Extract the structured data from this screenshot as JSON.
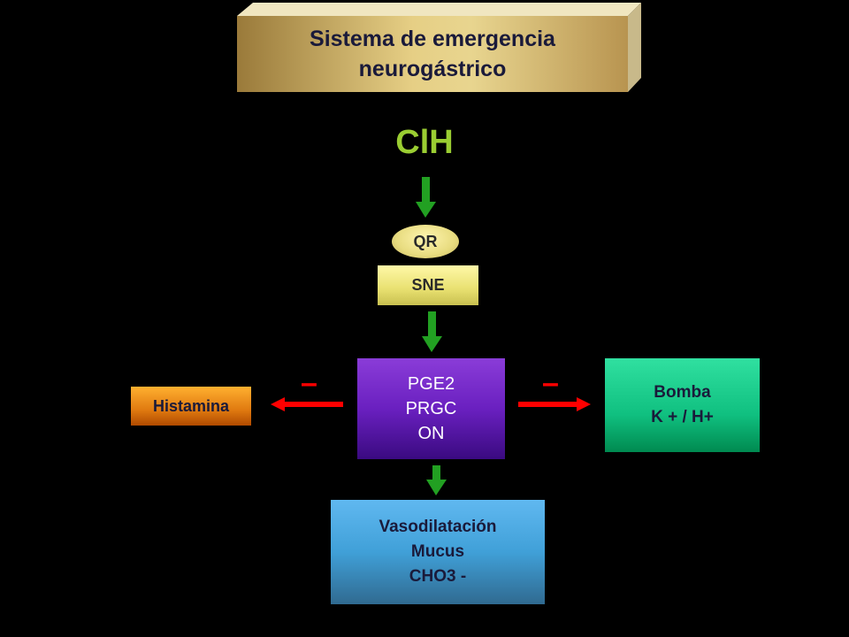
{
  "title": {
    "line1": "Sistema de emergencia",
    "line2": "neurogástrico"
  },
  "trigger": "ClH",
  "receptor": "QR",
  "system": "SNE",
  "mediators": [
    "PGE2",
    "PRGC",
    "ON"
  ],
  "inhibited_left": "Histamina",
  "inhibited_right": {
    "line1": "Bomba",
    "line2": "K + /  H+"
  },
  "effects": [
    "Vasodilatación",
    "Mucus",
    "CHO3 -"
  ],
  "inhibit_sign": "–",
  "colors": {
    "stimulation": "#22a022",
    "inhibition": "#ff0000"
  }
}
